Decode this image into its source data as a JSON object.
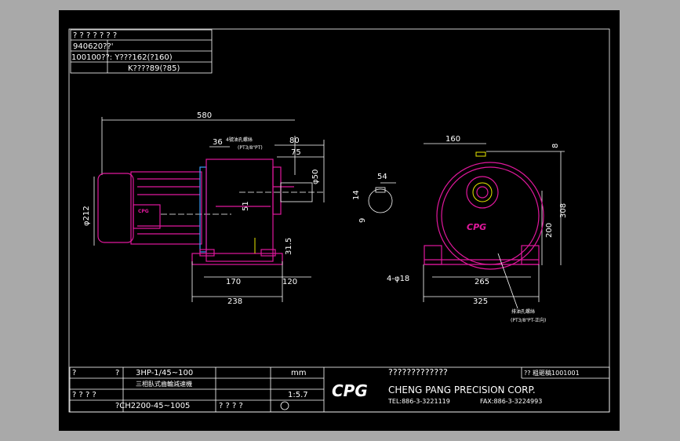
{
  "title_block_top": {
    "header": "? ? ? ? ? ? ?",
    "row1": "940620??'",
    "row2": "100100??: Y???162(?160)",
    "row3": "K????89(?85)"
  },
  "side_view": {
    "dim_580": "580",
    "dim_36": "36",
    "dim_80": "80",
    "dim_75": "75",
    "dim_phi50": "φ50",
    "dim_phi212": "φ212",
    "dim_51": "51",
    "dim_31_5": "31.5",
    "dim_170": "170",
    "dim_120": "120",
    "dim_238": "238",
    "note_top": "4號油孔螺絲",
    "note_top2": "(PT3/8\"PT)"
  },
  "key_view": {
    "dim_54": "54",
    "dim_14": "14",
    "dim_9": "9"
  },
  "front_view": {
    "dim_160": "160",
    "dim_8": "8",
    "dim_308": "308",
    "dim_200": "200",
    "dim_holes": "4-φ18",
    "dim_265": "265",
    "dim_325": "325",
    "note_drain": "排油孔螺絲",
    "note_drain2": "(PT3/8\"PT-正向)"
  },
  "title_block_bottom": {
    "q1": "?",
    "q2": "?",
    "model_range": "3HP-1/45~100",
    "desc": "三相臥式齒輪減速機",
    "unit": "mm",
    "scale": "1:5.7",
    "model_no": "?CH2200-45~1005",
    "qqqq": "? ? ? ?",
    "company_cn": "?????????????",
    "company_en": "CHENG PANG PRECISION CORP.",
    "tel": "TEL:886-3-3221119",
    "fax": "FAX:886-3-3224993",
    "drawing_no": "?? 粗砸稿1001001",
    "logo": "CPG"
  }
}
